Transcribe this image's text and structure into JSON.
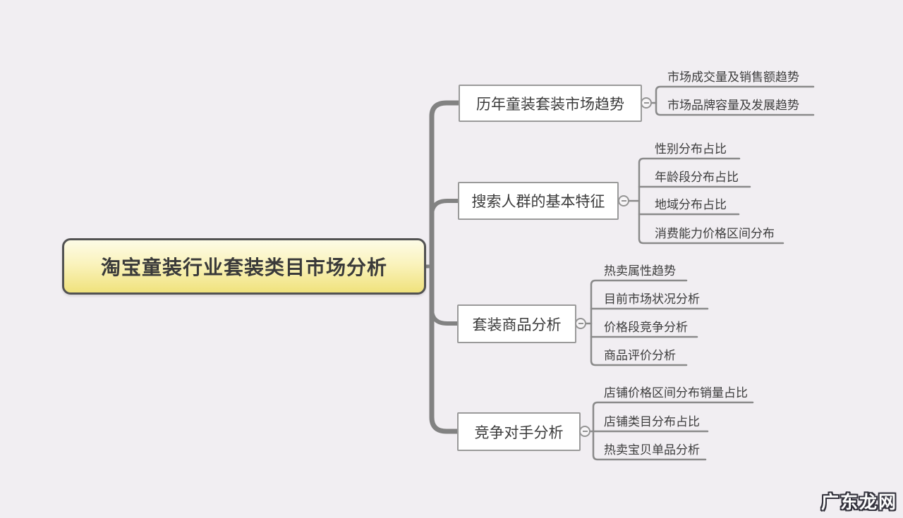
{
  "diagram": {
    "type": "mindmap",
    "root": {
      "label": "淘宝童装行业套装类目市场分析"
    },
    "branches": [
      {
        "label": "历年童装套装市场趋势",
        "children": [
          "市场成交量及销售额趋势",
          "市场品牌容量及发展趋势"
        ]
      },
      {
        "label": "搜索人群的基本特征",
        "children": [
          "性别分布占比",
          "年龄段分布占比",
          "地域分布占比",
          "消费能力价格区间分布"
        ]
      },
      {
        "label": "套装商品分析",
        "children": [
          "热卖属性趋势",
          "目前市场状况分析",
          "价格段竞争分析",
          "商品评价分析"
        ]
      },
      {
        "label": "竞争对手分析",
        "children": [
          "店铺价格区间分布销量占比",
          "店铺类目分布占比",
          "热卖宝贝单品分析"
        ]
      }
    ],
    "collapse_icon": "minus-circle",
    "colors": {
      "background": "#f1eef2",
      "root_gradient_top": "#fdfbe6",
      "root_gradient_bottom": "#f0e27c",
      "root_border": "#525252",
      "node_border": "#9a9a9a",
      "connector_line": "#858585",
      "text": "#3c3c3c",
      "watermark_fill": "#ffffff",
      "watermark_outline": "#34333d"
    }
  },
  "watermark": {
    "text": "广东龙网"
  }
}
